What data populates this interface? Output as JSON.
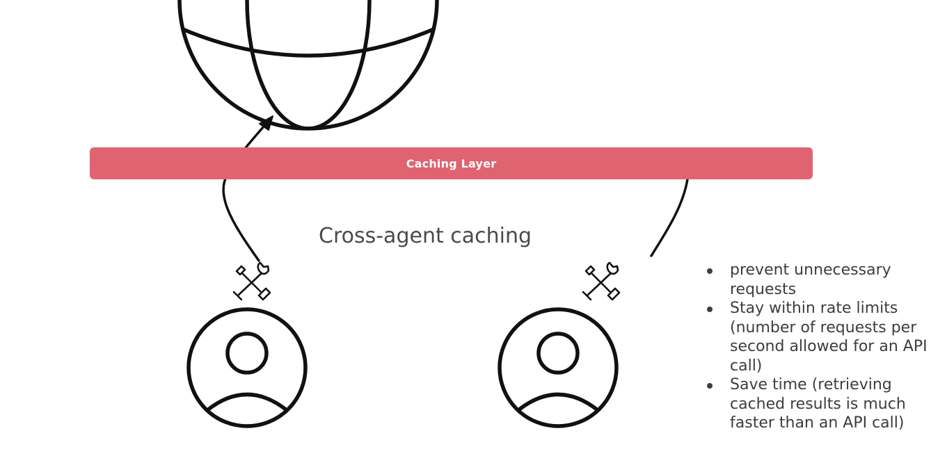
{
  "caching_layer": {
    "label": "Caching Layer",
    "color": "#e06372"
  },
  "title": "Cross-agent caching",
  "benefits": [
    "prevent unnecessary requests",
    "Stay within rate limits (number of requests per second allowed for an API call)",
    "Save time (retrieving cached results is much faster than an API call)"
  ],
  "icons": {
    "globe": "globe-icon",
    "tools": "tools-icon",
    "user": "user-icon"
  },
  "colors": {
    "stroke": "#111111",
    "text": "#3d3d3d"
  }
}
